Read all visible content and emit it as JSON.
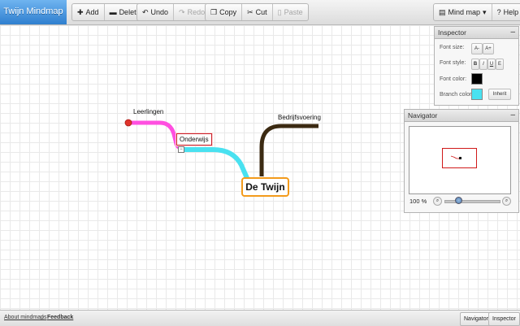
{
  "app": {
    "title": "Twijn Mindmap"
  },
  "toolbar": {
    "add": "Add",
    "delete": "Delete",
    "undo": "Undo",
    "redo": "Redo",
    "copy": "Copy",
    "cut": "Cut",
    "paste": "Paste",
    "view": "Mind map",
    "help": "Help"
  },
  "mindmap": {
    "root": "De Twijn",
    "nodes": {
      "a": "Leerlingen",
      "b": "Onderwijs",
      "c": "Bedrijfsvoering"
    },
    "colors": {
      "a": "#ff4fe0",
      "b": "#49e1f0",
      "c": "#3b2a12",
      "root_border": "#f39b1c",
      "selected_border": "#c8202a"
    }
  },
  "inspector": {
    "title": "Inspector",
    "font_size_label": "Font size:",
    "font_size_down": "A-",
    "font_size_up": "A+",
    "font_style_label": "Font style:",
    "bold": "B",
    "italic": "I",
    "underline": "U",
    "strike": "E",
    "font_color_label": "Font color:",
    "branch_color_label": "Branch color:",
    "inherit": "Inherit",
    "font_color": "#000000",
    "branch_color": "#49e1f0"
  },
  "navigator": {
    "title": "Navigator",
    "zoom": "100 %"
  },
  "footer": {
    "about": "About mindmaps",
    "separator": "|",
    "feedback": "Feedback",
    "nav_btn": "Navigator",
    "insp_btn": "Inspector"
  }
}
